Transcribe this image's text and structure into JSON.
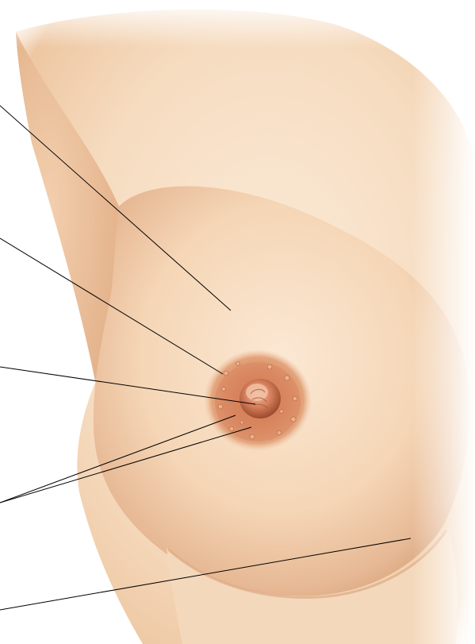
{
  "diagram": {
    "type": "anatomical-illustration",
    "subject": "breast",
    "leader_line_count": 6,
    "label_text_visible": false
  },
  "colors": {
    "background": "#ffffff",
    "skin_light": "#fbe9d6",
    "skin_mid": "#f3d2b0",
    "skin_shadow": "#e3b48c",
    "areola": "#d9845c",
    "areola_dark": "#b85a3a",
    "nipple": "#c9704c",
    "leader_line": "#000000"
  },
  "leader_lines": [
    {
      "id": "line-1"
    },
    {
      "id": "line-2"
    },
    {
      "id": "line-3"
    },
    {
      "id": "line-4a"
    },
    {
      "id": "line-4b"
    },
    {
      "id": "line-5"
    }
  ]
}
